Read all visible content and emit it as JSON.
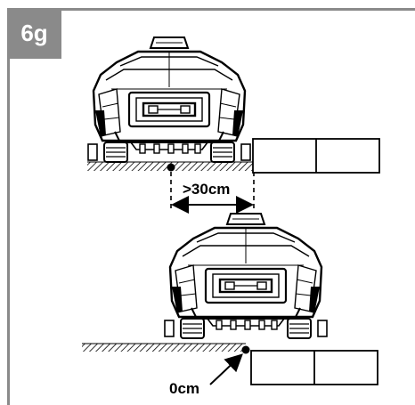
{
  "figure": {
    "badge": "6g",
    "label_distance": ">30cm",
    "label_zero": "0cm"
  }
}
